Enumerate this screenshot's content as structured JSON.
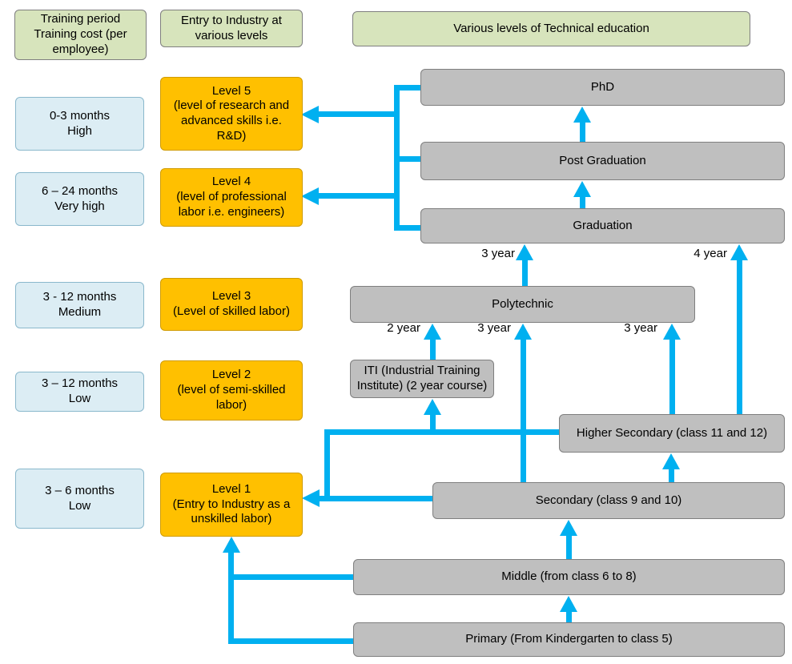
{
  "colors": {
    "arrow": "#00b0f0",
    "header_bg": "#d7e4bc",
    "training_bg": "#dcedf4",
    "industry_level_bg": "#ffc000",
    "education_bg": "#bfbfbf"
  },
  "headers": {
    "training_line1": "Training period",
    "training_line2": "Training cost (per employee)",
    "entry": "Entry to Industry at various levels",
    "education": "Various levels of Technical education"
  },
  "training_costs": [
    {
      "period": "0-3 months",
      "cost": "High"
    },
    {
      "period": "6 – 24 months",
      "cost": "Very high"
    },
    {
      "period": "3 - 12 months",
      "cost": "Medium"
    },
    {
      "period": "3 – 12 months",
      "cost": "Low"
    },
    {
      "period": "3 – 6 months",
      "cost": "Low"
    }
  ],
  "industry_levels": [
    {
      "title": "Level 5",
      "desc": "(level of research and advanced skills i.e. R&D)"
    },
    {
      "title": "Level 4",
      "desc": "(level of professional labor i.e. engineers)"
    },
    {
      "title": "Level 3",
      "desc": "(Level of skilled labor)"
    },
    {
      "title": "Level 2",
      "desc": "(level of semi-skilled labor)"
    },
    {
      "title": "Level 1",
      "desc": "(Entry to Industry as a unskilled labor)"
    }
  ],
  "education_levels": {
    "phd": "PhD",
    "post_graduation": "Post Graduation",
    "graduation": "Graduation",
    "polytechnic": "Polytechnic",
    "iti": "ITI (Industrial Training Institute) (2 year course)",
    "higher_secondary": "Higher Secondary (class 11 and 12)",
    "secondary": "Secondary (class 9 and 10)",
    "middle": "Middle (from class 6 to 8)",
    "primary": "Primary (From Kindergarten to class 5)"
  },
  "duration_labels": {
    "polytechnic_to_graduation": "3 year",
    "higher_secondary_to_graduation": "4 year",
    "iti_to_polytechnic": "2 year",
    "secondary_to_polytechnic": "3 year",
    "higher_secondary_to_polytechnic": "3 year"
  }
}
